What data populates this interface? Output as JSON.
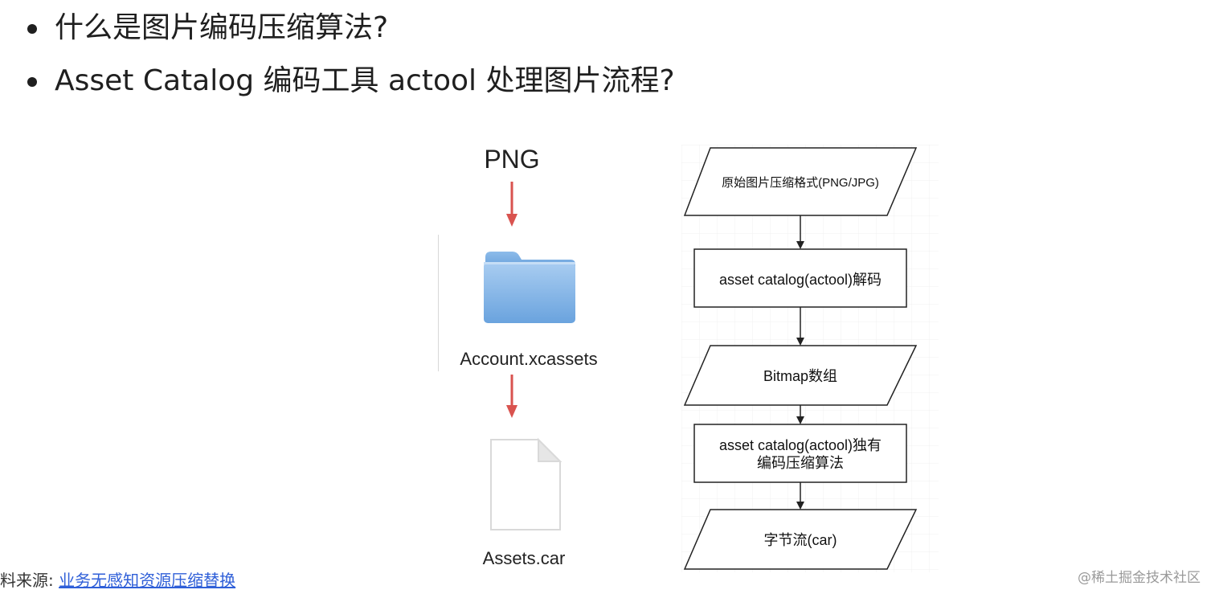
{
  "bullets": [
    {
      "text": "什么是图片编码压缩算法?"
    },
    {
      "text": "Asset Catalog 编码工具 actool 处理图片流程?"
    }
  ],
  "left_diagram": {
    "top_label": "PNG",
    "middle_label": "Account.xcassets",
    "bottom_label": "Assets.car",
    "folder_icon": "folder-icon",
    "file_icon": "file-icon",
    "arrow_color": "#d9534f",
    "folder_color": "#7fb3e8"
  },
  "flowchart": {
    "steps": [
      {
        "shape": "parallelogram",
        "text": "原始图片压缩格式(PNG/JPG)"
      },
      {
        "shape": "rect",
        "text": "asset catalog(actool)解码"
      },
      {
        "shape": "parallelogram",
        "text": "Bitmap数组"
      },
      {
        "shape": "rect",
        "lines": [
          "asset catalog(actool)独有",
          "编码压缩算法"
        ]
      },
      {
        "shape": "parallelogram",
        "text": "字节流(car)"
      }
    ]
  },
  "footer": {
    "source_prefix": "料来源:",
    "source_link": "业务无感知资源压缩替换",
    "watermark": "@稀土掘金技术社区",
    "link_color": "#2f5fd8"
  }
}
